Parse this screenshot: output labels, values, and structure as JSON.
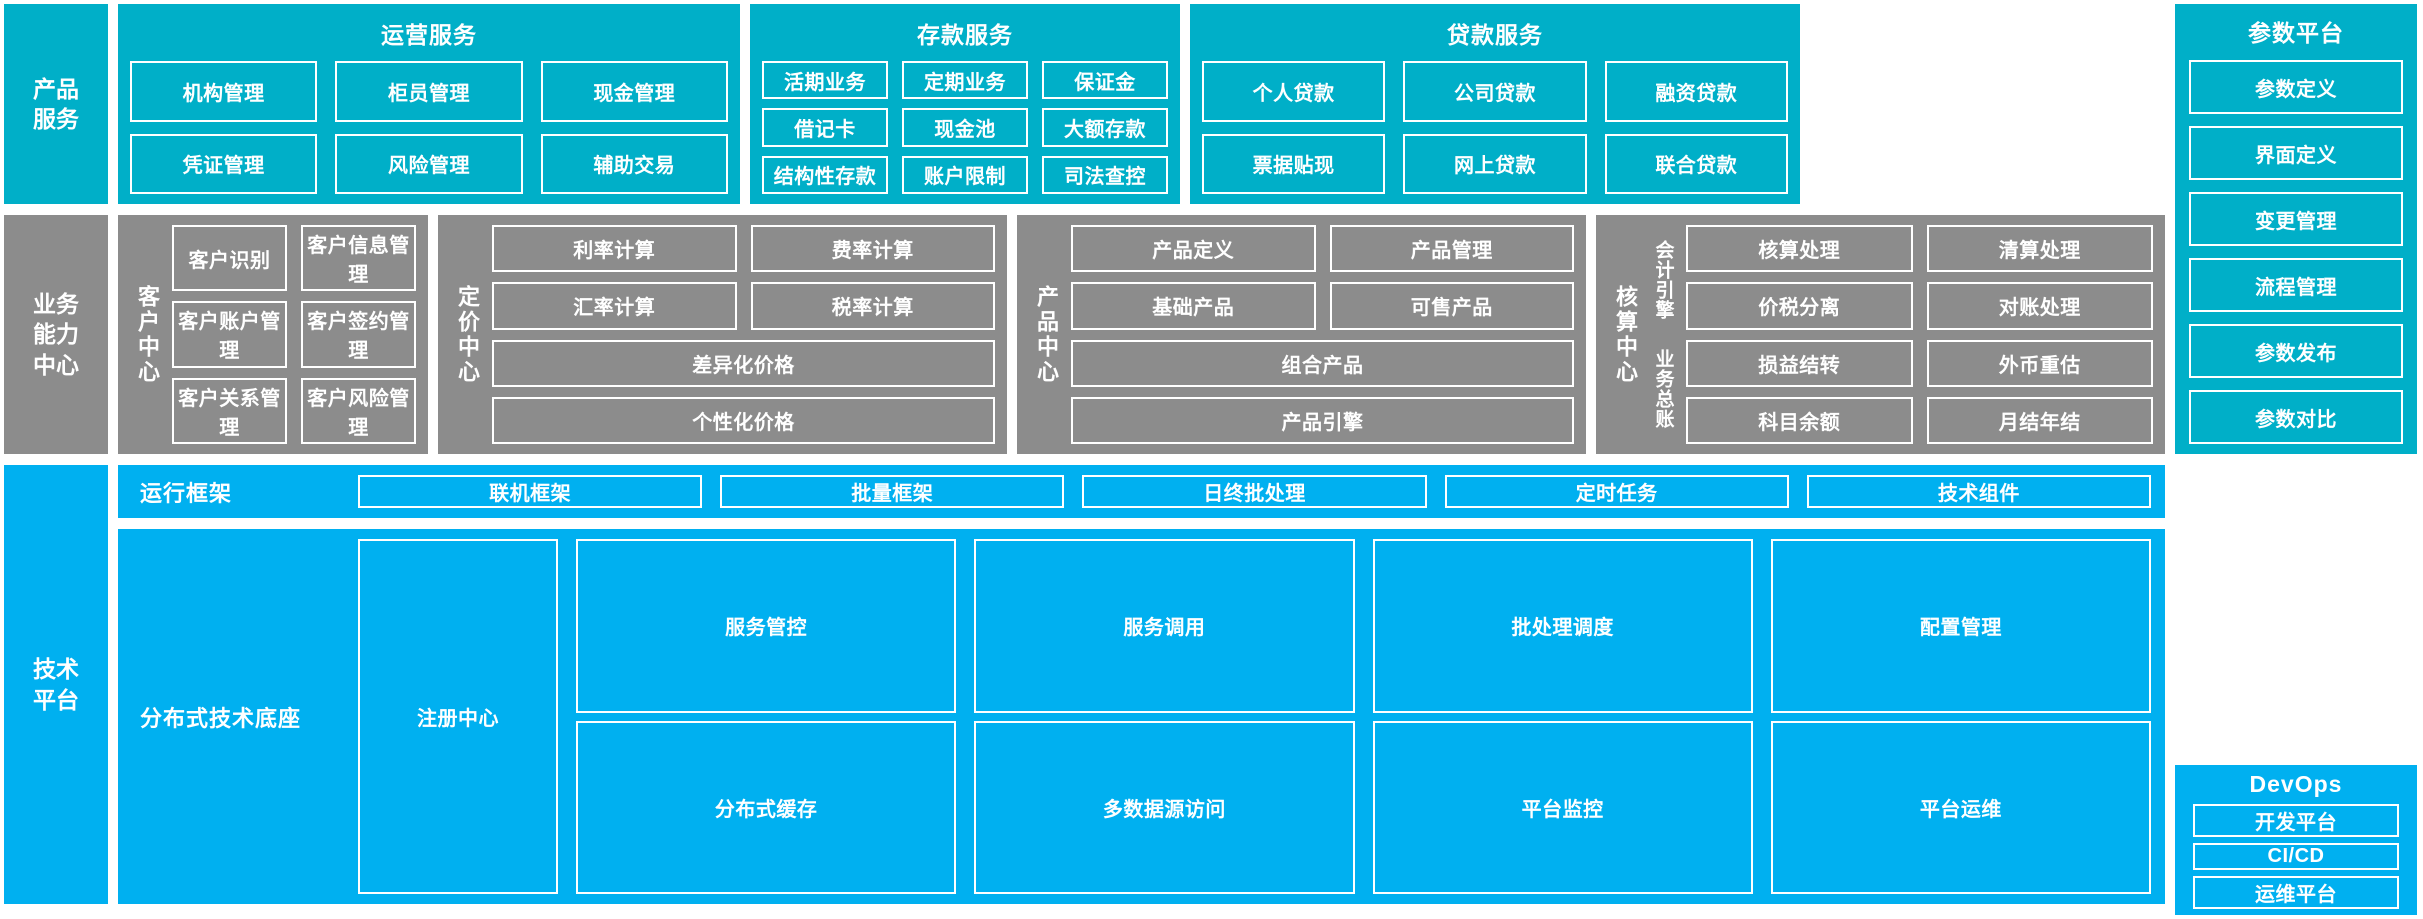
{
  "layers": {
    "product_service": "产品\n服务",
    "business_capability": "业务\n能力\n中心",
    "tech_platform": "技术\n平台"
  },
  "product_service": {
    "groups": [
      {
        "title": "运营服务",
        "items": [
          "机构管理",
          "柜员管理",
          "现金管理",
          "凭证管理",
          "风险管理",
          "辅助交易"
        ]
      },
      {
        "title": "存款服务",
        "items": [
          "活期业务",
          "定期业务",
          "保证金",
          "借记卡",
          "现金池",
          "大额存款",
          "结构性存款",
          "账户限制",
          "司法查控"
        ]
      },
      {
        "title": "贷款服务",
        "items": [
          "个人贷款",
          "公司贷款",
          "融资贷款",
          "票据贴现",
          "网上贷款",
          "联合贷款"
        ]
      }
    ]
  },
  "parameter_platform": {
    "title": "参数平台",
    "items": [
      "参数定义",
      "界面定义",
      "变更管理",
      "流程管理",
      "参数发布",
      "参数对比"
    ]
  },
  "business_capability": {
    "centers": [
      {
        "label": "客户中心",
        "items": [
          "客户识别",
          "客户信息管理",
          "客户账户管理",
          "客户签约管理",
          "客户关系管理",
          "客户风险管理"
        ]
      },
      {
        "label": "定价中心",
        "items": [
          "利率计算",
          "费率计算",
          "汇率计算",
          "税率计算",
          "差异化价格",
          "个性化价格"
        ]
      },
      {
        "label": "产品中心",
        "items": [
          "产品定义",
          "产品管理",
          "基础产品",
          "可售产品",
          "组合产品",
          "产品引擎"
        ]
      },
      {
        "label": "核算中心",
        "sub_labels": [
          "会计引擎",
          "业务总账"
        ],
        "items": [
          "核算处理",
          "清算处理",
          "价税分离",
          "对账处理",
          "损益结转",
          "外币重估",
          "科目余额",
          "月结年结"
        ]
      }
    ]
  },
  "tech_platform": {
    "run_framework": {
      "label": "运行框架",
      "items": [
        "联机框架",
        "批量框架",
        "日终批处理",
        "定时任务",
        "技术组件"
      ]
    },
    "distributed_base": {
      "label": "分布式技术底座",
      "primary": "注册中心",
      "items": [
        "服务管控",
        "服务调用",
        "批处理调度",
        "配置管理",
        "分布式缓存",
        "多数据源访问",
        "平台监控",
        "平台运维"
      ]
    }
  },
  "devops": {
    "title": "DevOps",
    "items": [
      "开发平台",
      "CI/CD",
      "运维平台"
    ]
  },
  "colors": {
    "teal": "#00AFC8",
    "grey": "#8C8C8C",
    "blue": "#00B0F0",
    "border": "#FFFFFF"
  }
}
